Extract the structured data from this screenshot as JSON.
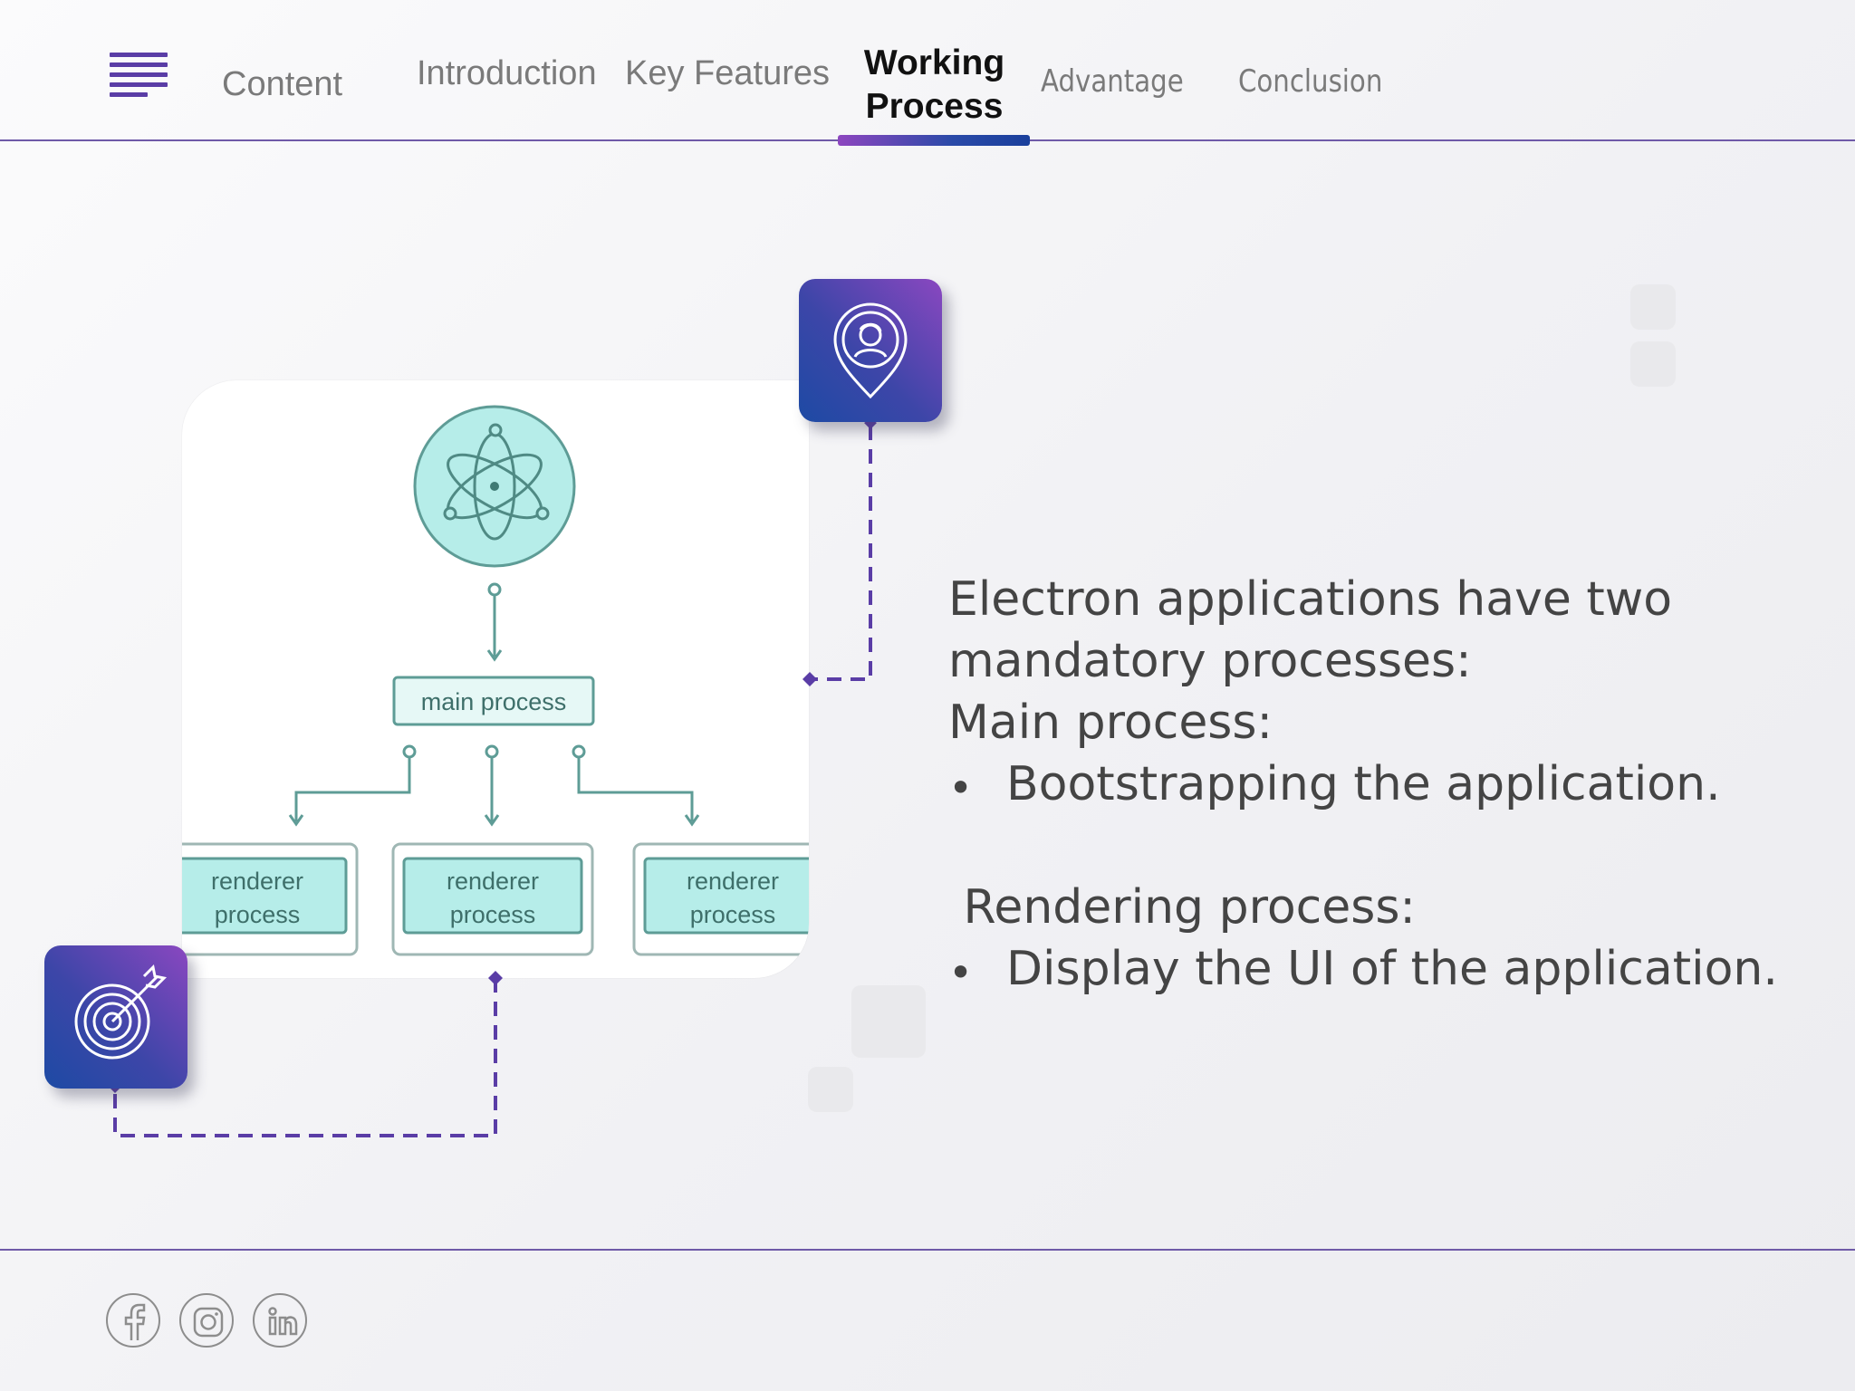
{
  "nav": {
    "tabs": [
      {
        "label": "Content"
      },
      {
        "label": "Introduction"
      },
      {
        "label": "Key Features"
      },
      {
        "label": "Working\nProcess"
      },
      {
        "label": "Advantage"
      },
      {
        "label": "Conclusion"
      }
    ],
    "active_index": 3
  },
  "diagram": {
    "main_label": "main process",
    "renderer_label_line1": "renderer",
    "renderer_label_line2": "process"
  },
  "body": {
    "intro_line1": "Electron applications have two",
    "intro_line2": "mandatory processes:",
    "main_heading": "Main process:",
    "main_bullet": "Bootstrapping the application.",
    "render_heading": " Rendering process:",
    "render_bullet": "Display the UI of the application."
  },
  "icons": {
    "top_tile": "user-location-pin-icon",
    "bottom_tile": "target-arrow-icon",
    "social": [
      "facebook-icon",
      "instagram-icon",
      "linkedin-icon"
    ]
  },
  "colors": {
    "accent": "#5a3da6",
    "teal": "#5e9c96",
    "teal_fill": "#b6ede9"
  }
}
